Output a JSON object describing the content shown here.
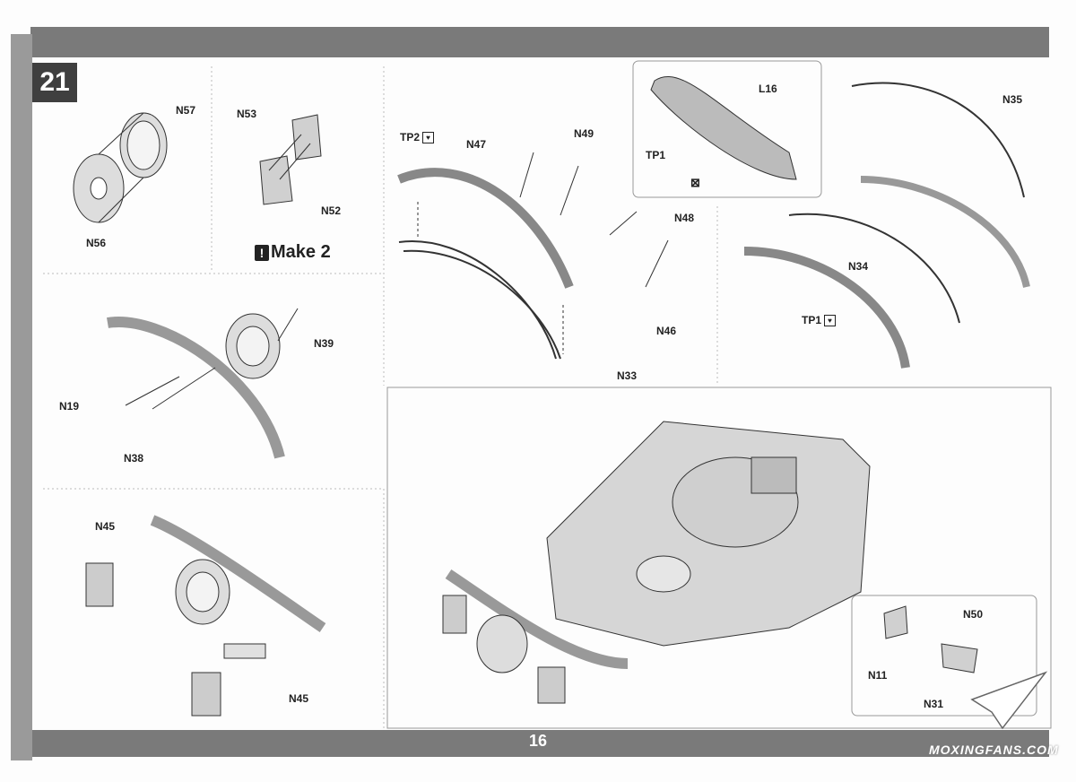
{
  "step_number": "21",
  "make_note": {
    "icon": "exclamation-icon",
    "text": "Make 2"
  },
  "labels": {
    "n57": "N57",
    "n56": "N56",
    "n53": "N53",
    "n52": "N52",
    "tp2": "TP2",
    "n47": "N47",
    "n49": "N49",
    "n48": "N48",
    "n46": "N46",
    "n33": "N33",
    "l16": "L16",
    "tp1_top": "TP1",
    "n35": "N35",
    "n34": "N34",
    "tp1_right": "TP1",
    "n39": "N39",
    "n19": "N19",
    "n38": "N38",
    "n45_top": "N45",
    "n45_bottom": "N45",
    "n50": "N50",
    "n11": "N11",
    "n31": "N31"
  },
  "page_number": "16",
  "watermark": "MOXINGFANS.COM",
  "colors": {
    "band": "#7a7a7a",
    "badge": "#3f3f3f",
    "line": "#333333",
    "part_fill": "#d8d8d8"
  }
}
